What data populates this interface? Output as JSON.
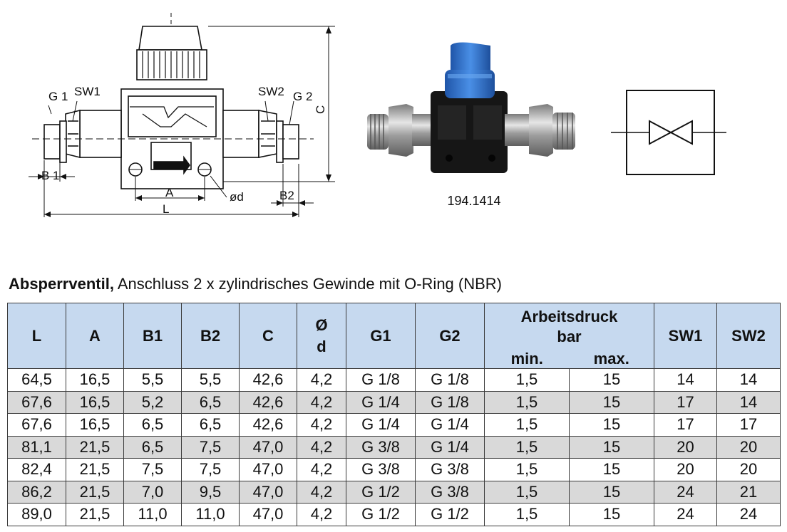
{
  "drawing_labels": {
    "g1": "G 1",
    "sw1": "SW1",
    "sw2": "SW2",
    "g2": "G 2",
    "c": "C",
    "b1": "B 1",
    "a": "A",
    "od": "ød",
    "b2": "B2",
    "l": "L"
  },
  "article_number": "194.1414",
  "heading": {
    "bold": "Absperrventil,",
    "rest": " Anschluss 2 x zylindrisches Gewinde mit O-Ring (NBR)"
  },
  "table": {
    "headers": {
      "l": "L",
      "a": "A",
      "b1": "B1",
      "b2": "B2",
      "c": "C",
      "d_top": "Ø",
      "d_bottom": "d",
      "g1": "G1",
      "g2": "G2",
      "druck": "Arbeitsdruck",
      "druck_unit": "bar",
      "min": "min.",
      "max": "max.",
      "sw1": "SW1",
      "sw2": "SW2"
    },
    "rows": [
      [
        "64,5",
        "16,5",
        "5,5",
        "5,5",
        "42,6",
        "4,2",
        "G 1/8",
        "G 1/8",
        "1,5",
        "15",
        "14",
        "14"
      ],
      [
        "67,6",
        "16,5",
        "5,2",
        "6,5",
        "42,6",
        "4,2",
        "G 1/4",
        "G 1/8",
        "1,5",
        "15",
        "17",
        "14"
      ],
      [
        "67,6",
        "16,5",
        "6,5",
        "6,5",
        "42,6",
        "4,2",
        "G 1/4",
        "G 1/4",
        "1,5",
        "15",
        "17",
        "17"
      ],
      [
        "81,1",
        "21,5",
        "6,5",
        "7,5",
        "47,0",
        "4,2",
        "G 3/8",
        "G 1/4",
        "1,5",
        "15",
        "20",
        "20"
      ],
      [
        "82,4",
        "21,5",
        "7,5",
        "7,5",
        "47,0",
        "4,2",
        "G 3/8",
        "G 3/8",
        "1,5",
        "15",
        "20",
        "20"
      ],
      [
        "86,2",
        "21,5",
        "7,0",
        "9,5",
        "47,0",
        "4,2",
        "G 1/2",
        "G 3/8",
        "1,5",
        "15",
        "24",
        "21"
      ],
      [
        "89,0",
        "21,5",
        "11,0",
        "11,0",
        "47,0",
        "4,2",
        "G 1/2",
        "G 1/2",
        "1,5",
        "15",
        "24",
        "24"
      ]
    ]
  },
  "colors": {
    "header_bg": "#c6d9ef",
    "alt_row_bg": "#d9d9d9",
    "knob_blue": "#2f74d0",
    "body_black": "#161616",
    "metal": "#b9b9b9"
  }
}
